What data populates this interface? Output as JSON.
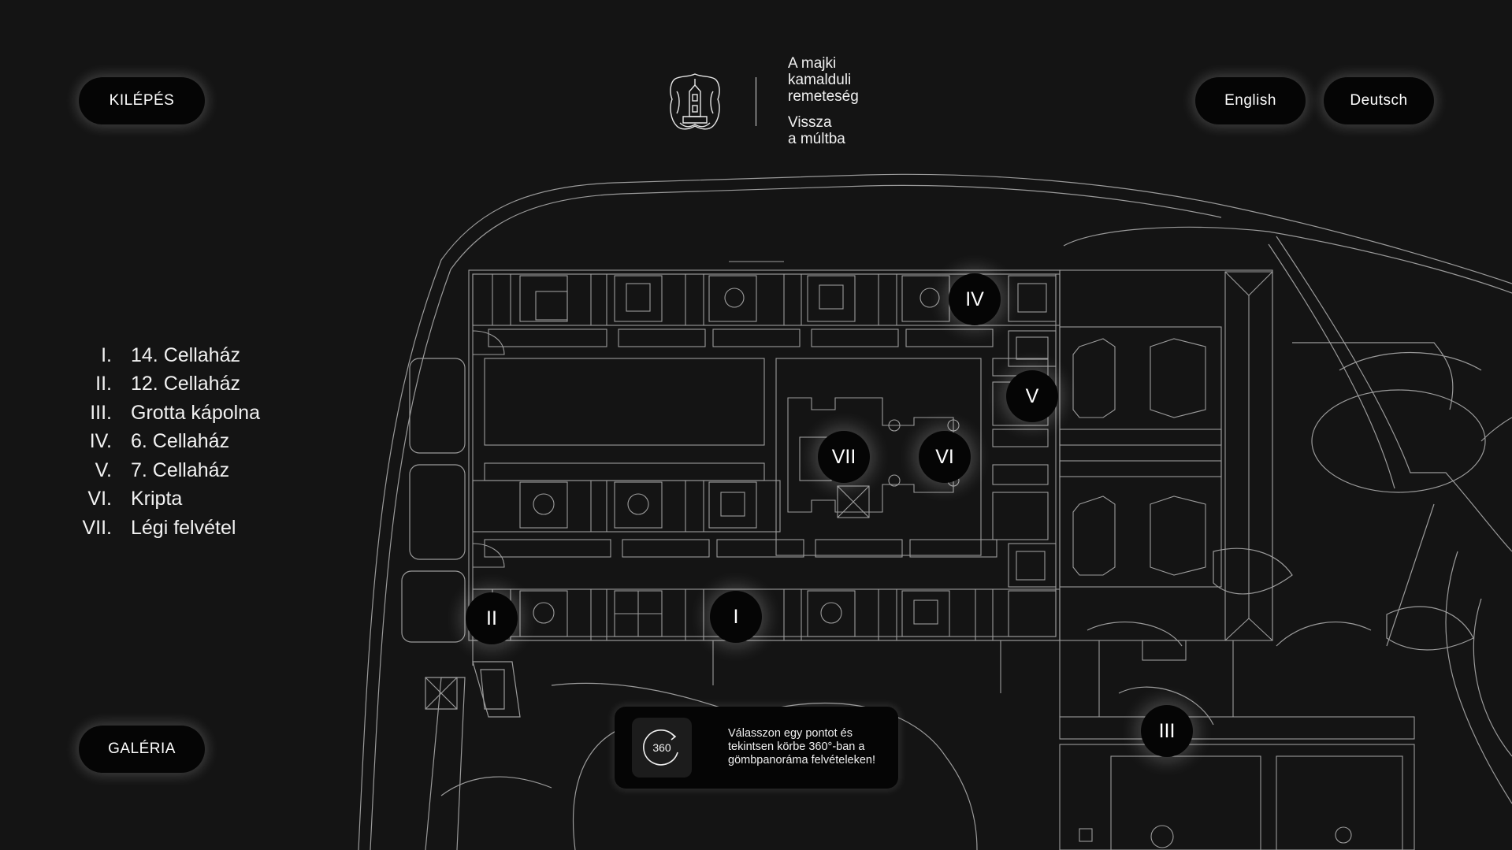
{
  "header": {
    "exit_label": "KILÉPÉS",
    "brand_title_lines": [
      "A majki",
      "kamalduli",
      "remeteség"
    ],
    "brand_subtitle_lines": [
      "Vissza",
      "a múltba"
    ],
    "logo_icon": "crest-icon",
    "languages": [
      {
        "label": "English"
      },
      {
        "label": "Deutsch"
      }
    ]
  },
  "poi_list": [
    {
      "num": "I.",
      "label": "14. Cellaház"
    },
    {
      "num": "II.",
      "label": "12. Cellaház"
    },
    {
      "num": "III.",
      "label": "Grotta kápolna"
    },
    {
      "num": "IV.",
      "label": "6. Cellaház"
    },
    {
      "num": "V.",
      "label": "7. Cellaház"
    },
    {
      "num": "VI.",
      "label": "Kripta"
    },
    {
      "num": "VII.",
      "label": "Légi felvétel"
    }
  ],
  "markers": [
    {
      "label": "I"
    },
    {
      "label": "II"
    },
    {
      "label": "III"
    },
    {
      "label": "IV"
    },
    {
      "label": "V"
    },
    {
      "label": "VI"
    },
    {
      "label": "VII"
    }
  ],
  "footer": {
    "gallery_label": "GALÉRIA",
    "info_icon_text": "360",
    "info_text_lines": [
      "Válasszon egy pontot és",
      "tekintsen körbe 360°-ban a",
      "gömbpanoráma felvételeken!"
    ]
  },
  "colors": {
    "background": "#141414",
    "map_line": "#8a8a8a",
    "button_bg": "#050505",
    "text": "#f2f2f2"
  }
}
